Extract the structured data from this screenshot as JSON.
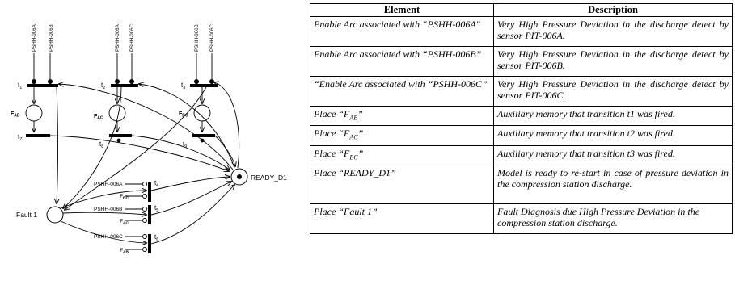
{
  "diagram": {
    "inputs": {
      "t1": [
        "PSHH-006A",
        "PSHH-006B"
      ],
      "t2": [
        "PSHH-006A",
        "PSHH-006C"
      ],
      "t3": [
        "PSHH-006B",
        "PSHH-006C"
      ]
    },
    "transitions": [
      "t",
      "t",
      "t",
      "t",
      "t",
      "t",
      "t",
      "t",
      "t"
    ],
    "transition_subscripts": [
      "1",
      "2",
      "3",
      "7",
      "8",
      "9",
      "4",
      "5",
      "6"
    ],
    "places": {
      "fab_main": "F",
      "fab_sub": "AB",
      "fac_main": "F",
      "fac_sub": "AC",
      "fbc_main": "F",
      "fbc_sub": "BC",
      "ready": "READY_D1",
      "fault": "Fault 1"
    },
    "inhibitor_labels": {
      "g4": [
        "PSHH-006A",
        "F",
        "BC"
      ],
      "g5": [
        "PSHH-006B",
        "F",
        "AC"
      ],
      "g6": [
        "PSHH-006C",
        "F",
        "AB"
      ]
    }
  },
  "table": {
    "headers": [
      "Element",
      "Description"
    ],
    "rows": [
      {
        "element": "Enable Arc associated with “PSHH-006A\"",
        "description": "Very High Pressure Deviation in the discharge detect by sensor PIT-006A."
      },
      {
        "element": "Enable Arc associated with “PSHH-006B”",
        "description": "Very High Pressure Deviation in the discharge detect by sensor PIT-006B."
      },
      {
        "element": "“Enable Arc associated with “PSHH-006C”",
        "description": "Very High Pressure Deviation in the discharge detect by sensor PIT-006C."
      },
      {
        "element_prefix": "Place “F",
        "element_sub": "AB",
        "element_suffix": "”",
        "description": "Auxiliary memory that transition t1 was fired."
      },
      {
        "element_prefix": "Place “F",
        "element_sub": "AC",
        "element_suffix": "”",
        "description": "Auxiliary memory that transition t2 was fired."
      },
      {
        "element_prefix": "Place “F",
        "element_sub": "BC",
        "element_suffix": "”",
        "description": "Auxiliary memory that transition t3 was fired."
      },
      {
        "element": "Place “READY_D1”",
        "description": "Model is ready to re-start in case of pressure deviation in the compression station discharge."
      },
      {
        "element": "Place “Fault 1”",
        "description": "Fault Diagnosis due High Pressure Deviation in the compression station discharge."
      }
    ]
  }
}
